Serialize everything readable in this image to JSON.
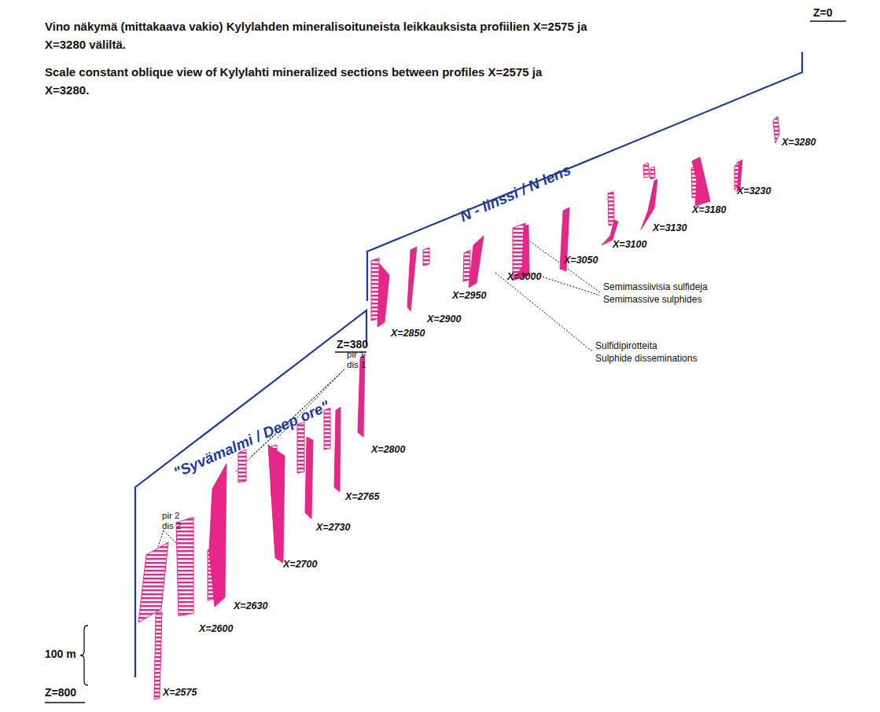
{
  "diagram": {
    "title": "Vino näkymä (mittakaava vakio) Kylylahden mineralisoituneista leikkauksista profiilien X=2575 ja X=3280 väliltä.",
    "labels": [
      "Scale constant oblique view of Kylylahti mineralized sections between profiles X=2575 ja X=3280.",
      "Z=0",
      "N - linssi / N lens",
      "\"Syvämalmi / Deep ore\"",
      "Z=380",
      "X=3280",
      "X=3230",
      "X=3180",
      "X=3130",
      "X=3100",
      "X=3050",
      "X=3000",
      "X=2950",
      "X=2900",
      "X=2850",
      "Semimassiivisia sulfideja",
      "Semimassive sulphides",
      "Sulfidipirotteita",
      "Sulphide disseminations",
      "pir 1",
      "dis 1",
      "X=2800",
      "X=2765",
      "X=2730",
      "X=2700",
      "pir 2",
      "dis 2",
      "X=2630",
      "X=2600",
      "100 m",
      "Z=800",
      "X=2575"
    ]
  }
}
